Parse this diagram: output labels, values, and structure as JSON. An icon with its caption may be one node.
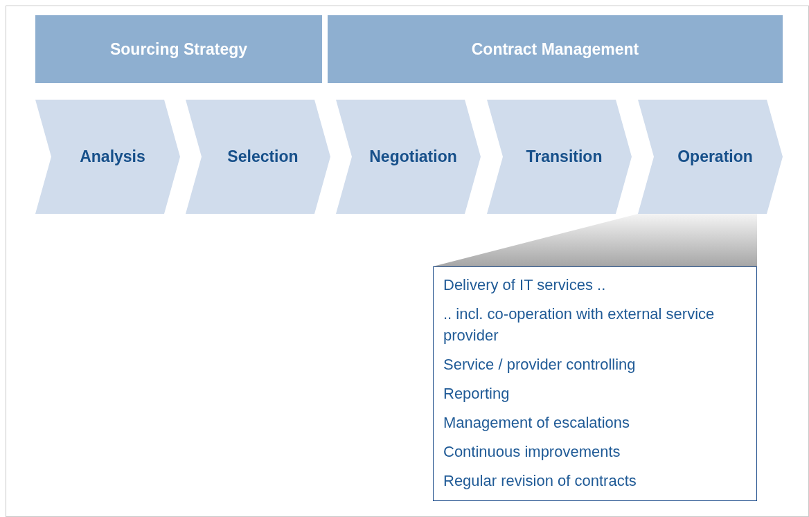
{
  "diagram": {
    "nodes": [
      {
        "text": [
          "Sourcing Strategy"
        ]
      },
      {
        "text": [
          "Contract Management"
        ]
      },
      {
        "text": [
          "Analysis"
        ]
      },
      {
        "text": [
          "Selection"
        ]
      },
      {
        "text": [
          "Negotiation"
        ]
      },
      {
        "text": [
          "Transition"
        ]
      },
      {
        "text": [
          "Operation"
        ]
      },
      {
        "text": [
          "Delivery of IT services ..",
          ".. incl. co-operation with external service provider",
          "Service / provider controlling",
          "Reporting",
          "Management of escalations",
          "Continuous improvements",
          "Regular revision of contracts"
        ]
      }
    ],
    "edges": [
      {
        "from": 6,
        "to": 7,
        "arrow": "none",
        "style": "thick"
      }
    ]
  }
}
